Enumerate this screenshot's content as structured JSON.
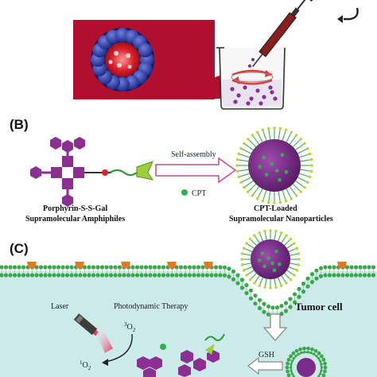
{
  "panels": {
    "b": {
      "label": "(B)",
      "process": "Self-assembly",
      "drug": "CPT",
      "left_caption_1": "Porphyrin-S-S-Gal",
      "left_caption_2": "Supramolecular Amphiphiles",
      "right_caption_1": "CPT-Loaded",
      "right_caption_2": "Supramolecular Nanoparticles"
    },
    "c": {
      "label": "(C)",
      "laser": "Laser",
      "therapy": "Photodynamic Therapy",
      "tumor": "Tumor cell",
      "triplet_oxygen_sup": "3",
      "triplet_oxygen_main": "O",
      "triplet_oxygen_sub": "2",
      "singlet_oxygen_sup": "1",
      "singlet_oxygen_main": "O",
      "singlet_oxygen_sub": "2",
      "gsh": "GSH"
    }
  },
  "colors": {
    "porphyrin": "#8b2f93",
    "shell_blue": "#2d3aa0",
    "core_red": "#e0202c",
    "lipid_green": "#3aa84a",
    "receptor_orange": "#e07a1e",
    "cytoplasm": "#cdeaea",
    "drug_green": "#2fb24a",
    "inset_crimson": "#b0102e"
  }
}
